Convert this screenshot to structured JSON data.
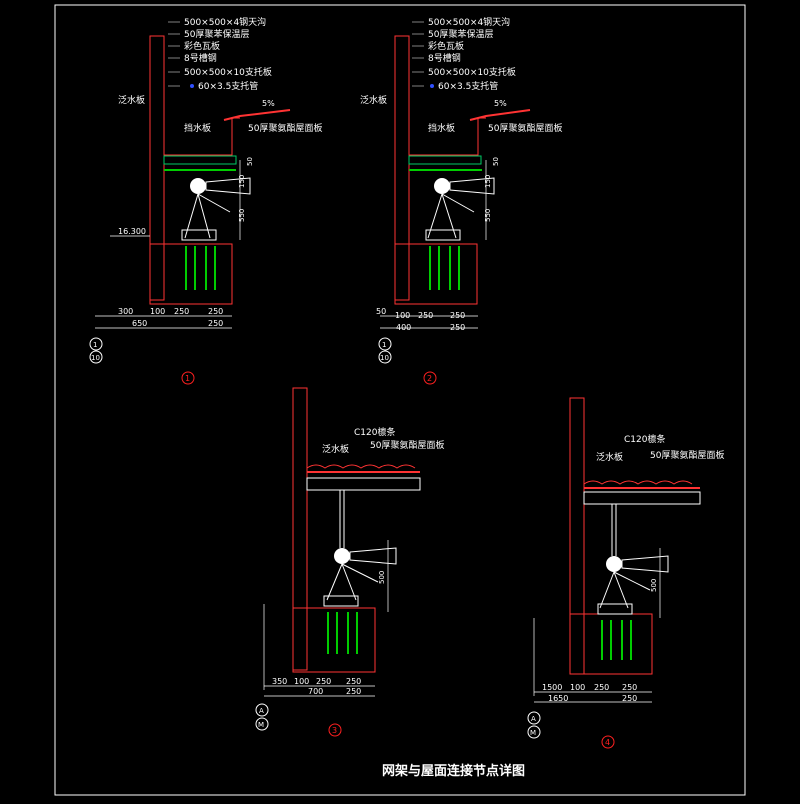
{
  "title": "网架与屋面连接节点详图",
  "colors": {
    "background": "#000000",
    "frame": "#ffffff",
    "wall": "#ff3333",
    "text": "#ffffff",
    "dim": "#ffffff",
    "axis": "#ffffff",
    "bolt": "#00cc00",
    "foundation": "#ff3333",
    "detail_marker": "#ff2020",
    "purlin": "#ff3333",
    "pipe": "#ffffff",
    "blue_mark": "#3050ff"
  },
  "details": [
    {
      "number": "1",
      "labels": [
        "500×500×4钢天沟",
        "50厚聚苯保温层",
        "彩色瓦板",
        "8号槽钢",
        "500×500×10支托板",
        "60×3.5支托管"
      ],
      "fanshui": "泛水板",
      "dangshui": "挡水板",
      "roof_panel": "50厚聚氨酯屋面板",
      "slope": "5%",
      "elevation": "16.300",
      "dims_v": [
        "50",
        "150",
        "550"
      ],
      "dims_top": [
        "300",
        "100",
        "250",
        "250"
      ],
      "dims_bottom": [
        "650",
        "250"
      ],
      "axis": [
        "1",
        "10"
      ]
    },
    {
      "number": "2",
      "labels": [
        "500×500×4钢天沟",
        "50厚聚苯保温层",
        "彩色瓦板",
        "8号槽钢",
        "500×500×10支托板",
        "60×3.5支托管"
      ],
      "fanshui": "泛水板",
      "dangshui": "挡水板",
      "roof_panel": "50厚聚氨酯屋面板",
      "slope": "5%",
      "dims_v": [
        "50",
        "150",
        "550"
      ],
      "dims_top": [
        "50",
        "100",
        "250",
        "250"
      ],
      "dims_bottom": [
        "400",
        "250"
      ],
      "axis": [
        "1",
        "10"
      ]
    },
    {
      "number": "3",
      "fanshui": "泛水板",
      "purlin": "C120檩条",
      "roof_panel": "50厚聚氨酯屋面板",
      "dims_v": [
        "500"
      ],
      "dims_top": [
        "350",
        "100",
        "250",
        "250"
      ],
      "dims_bottom": [
        "700",
        "250"
      ],
      "axis": [
        "A",
        "M"
      ]
    },
    {
      "number": "4",
      "fanshui": "泛水板",
      "purlin": "C120檩条",
      "roof_panel": "50厚聚氨酯屋面板",
      "dims_v": [
        "500"
      ],
      "dims_top": [
        "1500",
        "100",
        "250",
        "250"
      ],
      "dims_bottom": [
        "1650",
        "250"
      ],
      "axis": [
        "A",
        "M"
      ]
    }
  ]
}
